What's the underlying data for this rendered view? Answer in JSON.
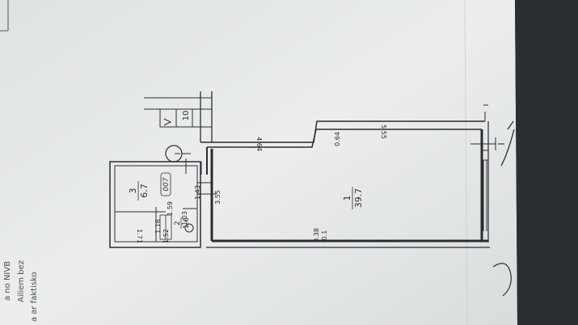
{
  "plan": {
    "rooms": [
      {
        "number": "1",
        "area": "39.7"
      },
      {
        "number": "2",
        "area": "1.6"
      },
      {
        "number": "3",
        "area": "6.7"
      }
    ],
    "section_number": "10",
    "section_marker": "I",
    "stamp": "007",
    "dims": {
      "d_4_64": "4.64",
      "d_5_55": "5.55",
      "d_0_64": "0.64",
      "d_3_55": "3.55",
      "d_1_43": "1.43",
      "d_1_59": "1.59",
      "d_1_03": "1.03",
      "d_1_16": "1.16",
      "d_1_52": "1.52",
      "d_1_71": "1.71",
      "d_0_38": "0.38",
      "d_0_1": "0.1"
    }
  },
  "margin_text": {
    "line1": "a no NIVB",
    "line2": "Ailiem bez",
    "line3": "a ar faktisko"
  },
  "colors": {
    "paper": "#e9ebea",
    "ink": "#2a2c30",
    "background": "#2b2f33"
  }
}
